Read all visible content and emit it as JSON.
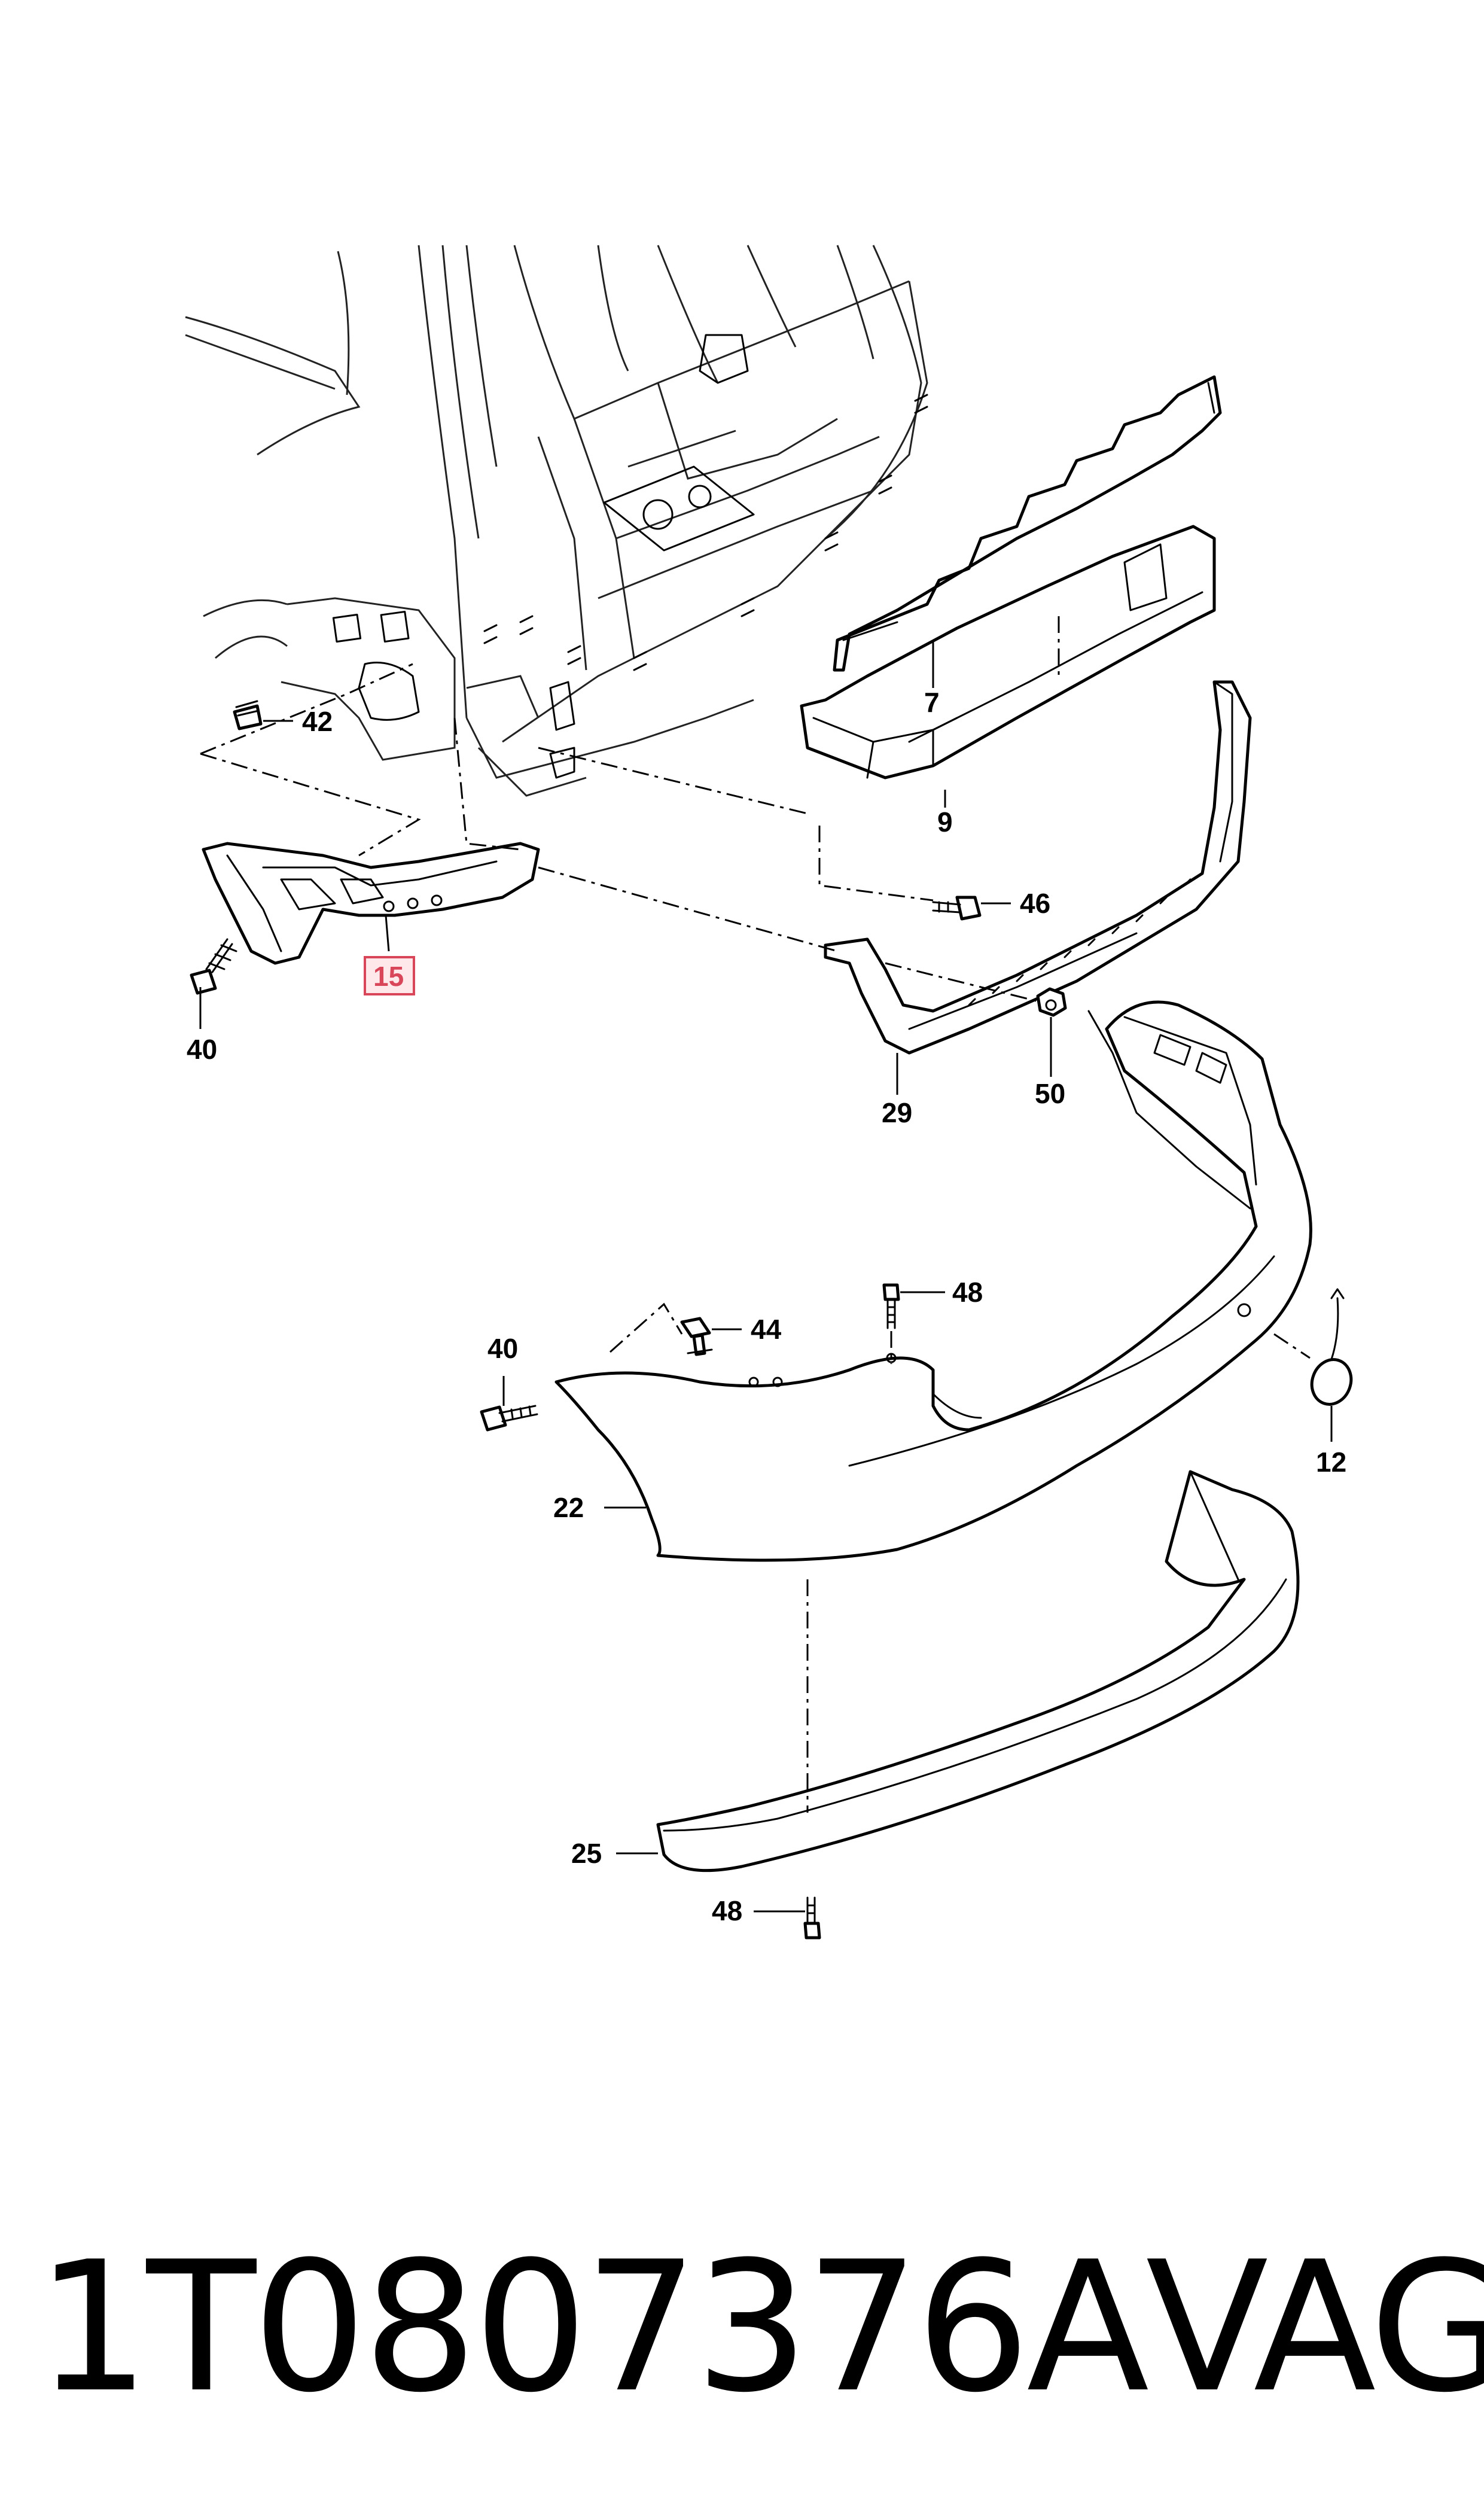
{
  "diagram": {
    "callouts": [
      {
        "id": "c7",
        "label": "7"
      },
      {
        "id": "c9",
        "label": "9"
      },
      {
        "id": "c46",
        "label": "46"
      },
      {
        "id": "c42",
        "label": "42"
      },
      {
        "id": "c15",
        "label": "15",
        "highlighted": true
      },
      {
        "id": "c40a",
        "label": "40"
      },
      {
        "id": "c29",
        "label": "29"
      },
      {
        "id": "c50",
        "label": "50"
      },
      {
        "id": "c48a",
        "label": "48"
      },
      {
        "id": "c44",
        "label": "44"
      },
      {
        "id": "c40b",
        "label": "40"
      },
      {
        "id": "c12",
        "label": "12"
      },
      {
        "id": "c22",
        "label": "22"
      },
      {
        "id": "c25",
        "label": "25"
      },
      {
        "id": "c48b",
        "label": "48"
      }
    ],
    "highlight_color": "#d9465a"
  },
  "footer": {
    "part_number": "1T0807376A",
    "brand": "VAG"
  }
}
